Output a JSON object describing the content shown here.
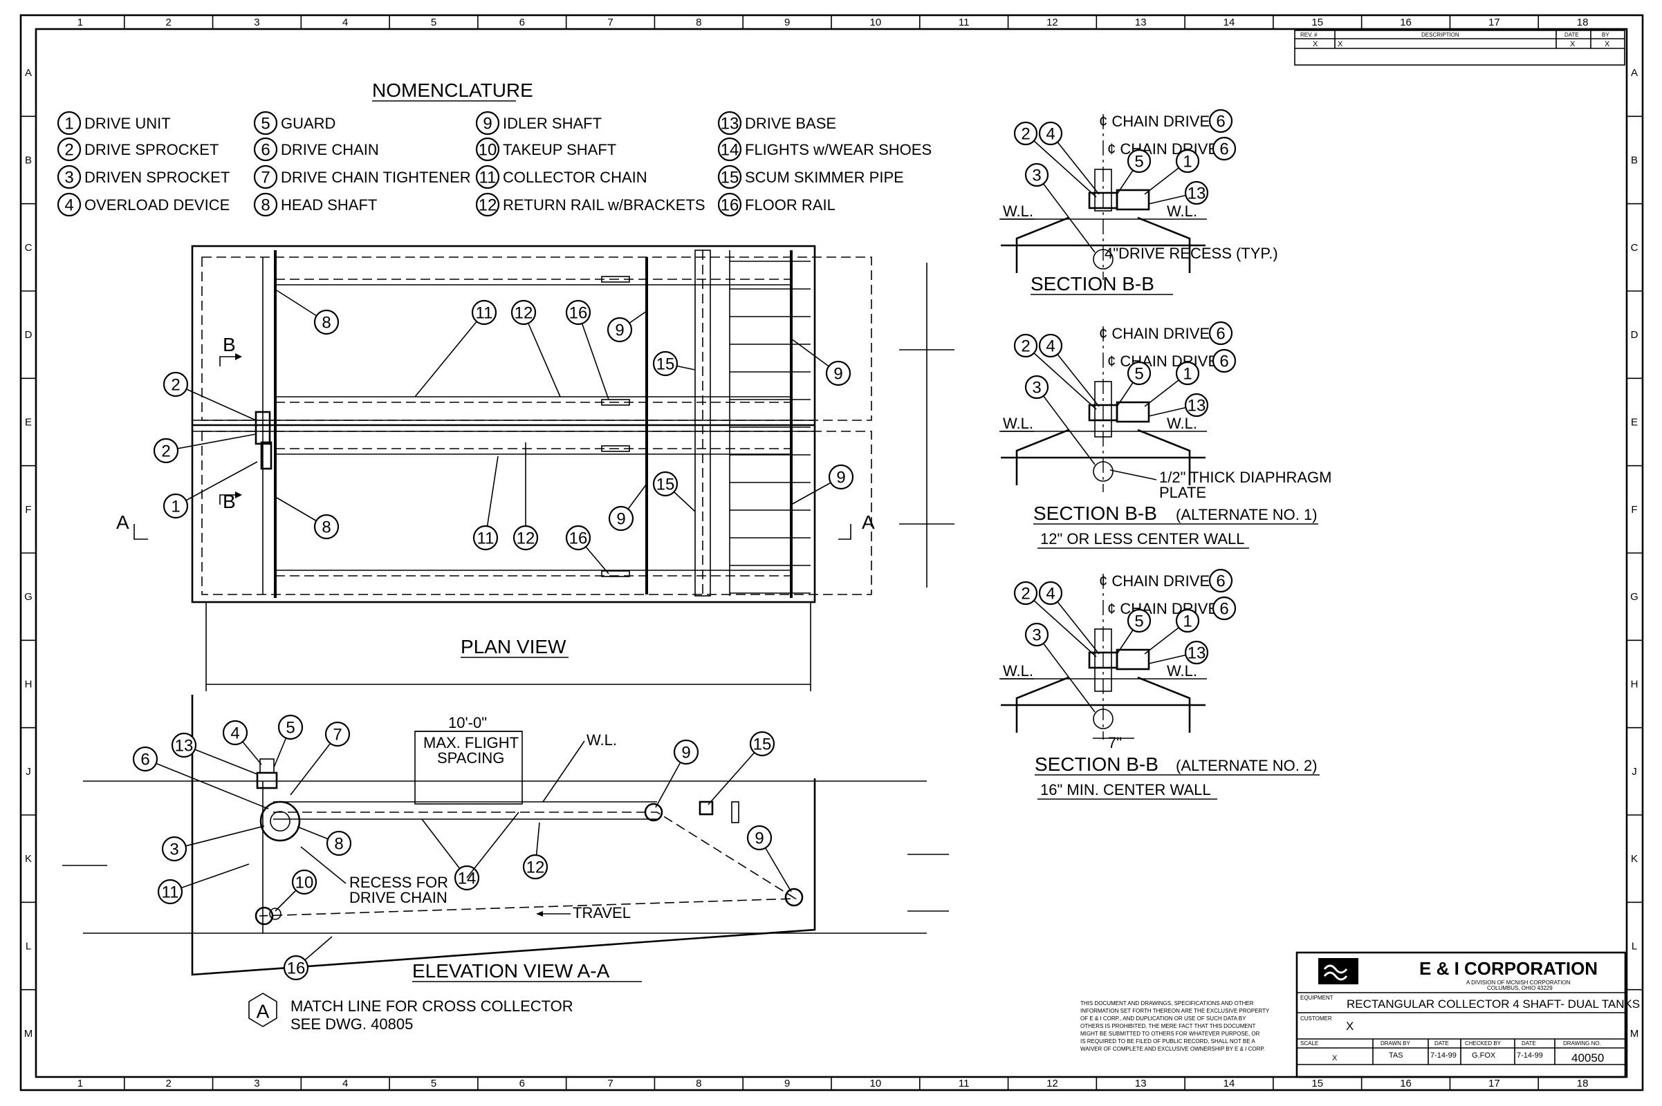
{
  "border": {
    "columns": [
      "1",
      "2",
      "3",
      "4",
      "5",
      "6",
      "7",
      "8",
      "9",
      "10",
      "11",
      "12",
      "13",
      "14",
      "15",
      "16",
      "17",
      "18"
    ],
    "rows": [
      "A",
      "B",
      "C",
      "D",
      "E",
      "F",
      "G",
      "H",
      "J",
      "K",
      "L",
      "M"
    ]
  },
  "revision_block": {
    "headers": [
      "REV. #",
      "DESCRIPTION",
      "DATE",
      "BY"
    ],
    "row": [
      "X",
      "X",
      "X",
      "X"
    ]
  },
  "nomenclature": {
    "heading": "NOMENCLATURE",
    "items": [
      {
        "num": "1",
        "text": "DRIVE UNIT"
      },
      {
        "num": "2",
        "text": "DRIVE SPROCKET"
      },
      {
        "num": "3",
        "text": "DRIVEN SPROCKET"
      },
      {
        "num": "4",
        "text": "OVERLOAD DEVICE"
      },
      {
        "num": "5",
        "text": "GUARD"
      },
      {
        "num": "6",
        "text": "DRIVE CHAIN"
      },
      {
        "num": "7",
        "text": "DRIVE CHAIN TIGHTENER"
      },
      {
        "num": "8",
        "text": "HEAD SHAFT"
      },
      {
        "num": "9",
        "text": "IDLER SHAFT"
      },
      {
        "num": "10",
        "text": "TAKEUP SHAFT"
      },
      {
        "num": "11",
        "text": "COLLECTOR CHAIN"
      },
      {
        "num": "12",
        "text": "RETURN RAIL w/BRACKETS"
      },
      {
        "num": "13",
        "text": "DRIVE BASE"
      },
      {
        "num": "14",
        "text": "FLIGHTS w/WEAR SHOES"
      },
      {
        "num": "15",
        "text": "SCUM SKIMMER PIPE"
      },
      {
        "num": "16",
        "text": "FLOOR RAIL"
      }
    ]
  },
  "plan_view": {
    "title": "PLAN VIEW",
    "section_mark": "B",
    "view_mark": "A",
    "callouts": [
      "2",
      "2",
      "1",
      "8",
      "8",
      "11",
      "12",
      "16",
      "9",
      "15",
      "9",
      "11",
      "12",
      "16",
      "9",
      "15",
      "9"
    ]
  },
  "elevation_view": {
    "title": "ELEVATION VIEW A-A",
    "flight_spacing_dim": "10'-0\"",
    "flight_spacing_label_1": "MAX. FLIGHT",
    "flight_spacing_label_2": "SPACING",
    "water_level": "W.L.",
    "recess_label_1": "RECESS FOR",
    "recess_label_2": "DRIVE CHAIN",
    "travel_label": "TRAVEL",
    "match_symbol": "A",
    "match_line_1": "MATCH LINE FOR CROSS COLLECTOR",
    "match_line_2": "SEE DWG. 40805"
  },
  "sections": {
    "cl_symbol": "¢",
    "chain_drive": "CHAIN DRIVE",
    "water_level": "W.L.",
    "section_b": {
      "title": "SECTION B-B",
      "note": "4\"DRIVE RECESS (TYP.)"
    },
    "section_alt1": {
      "title": "SECTION B-B",
      "alt": "(ALTERNATE NO. 1)",
      "subtitle": "12\" OR LESS CENTER WALL",
      "note_1": "1/2\" THICK DIAPHRAGM",
      "note_2": "PLATE"
    },
    "section_alt2": {
      "title": "SECTION B-B",
      "alt": "(ALTERNATE NO. 2)",
      "subtitle": "16\" MIN. CENTER WALL",
      "dim": "7\""
    }
  },
  "disclaimer": [
    "THIS DOCUMENT AND DRAWINGS, SPECIFICATIONS AND OTHER",
    "INFORMATION SET FORTH THEREON ARE THE EXCLUSIVE PROPERTY",
    "OF E & I CORP., AND DUPLICATION OR USE OF SUCH DATA BY",
    "OTHERS IS PROHIBITED. THE MERE FACT THAT THIS DOCUMENT",
    "MIGHT BE SUBMITTED TO OTHERS FOR WHATEVER PURPOSE, OR",
    "IS REQUIRED TO BE FILED OF PUBLIC RECORD, SHALL NOT BE A",
    "WAIVER OF COMPLETE AND EXCLUSIVE OWNERSHIP BY E & I CORP."
  ],
  "title_block": {
    "company": "E & I CORPORATION",
    "division": "A DIVISION OF MCNISH CORPORATION",
    "city": "COLUMBUS, OHIO 43229",
    "equipment_label": "EQUIPMENT",
    "equipment": "RECTANGULAR COLLECTOR 4 SHAFT- DUAL TANKS",
    "customer_label": "CUSTOMER",
    "customer": "X",
    "scale_label": "SCALE",
    "scale": "X",
    "drawn_by_label": "DRAWN BY",
    "drawn_by": "TAS",
    "date_label": "DATE",
    "drawn_date": "7-14-99",
    "checked_by_label": "CHECKED BY",
    "checked_by": "G.FOX",
    "checked_date": "7-14-99",
    "drawing_no_label": "DRAWING NO.",
    "drawing_no": "40050"
  }
}
